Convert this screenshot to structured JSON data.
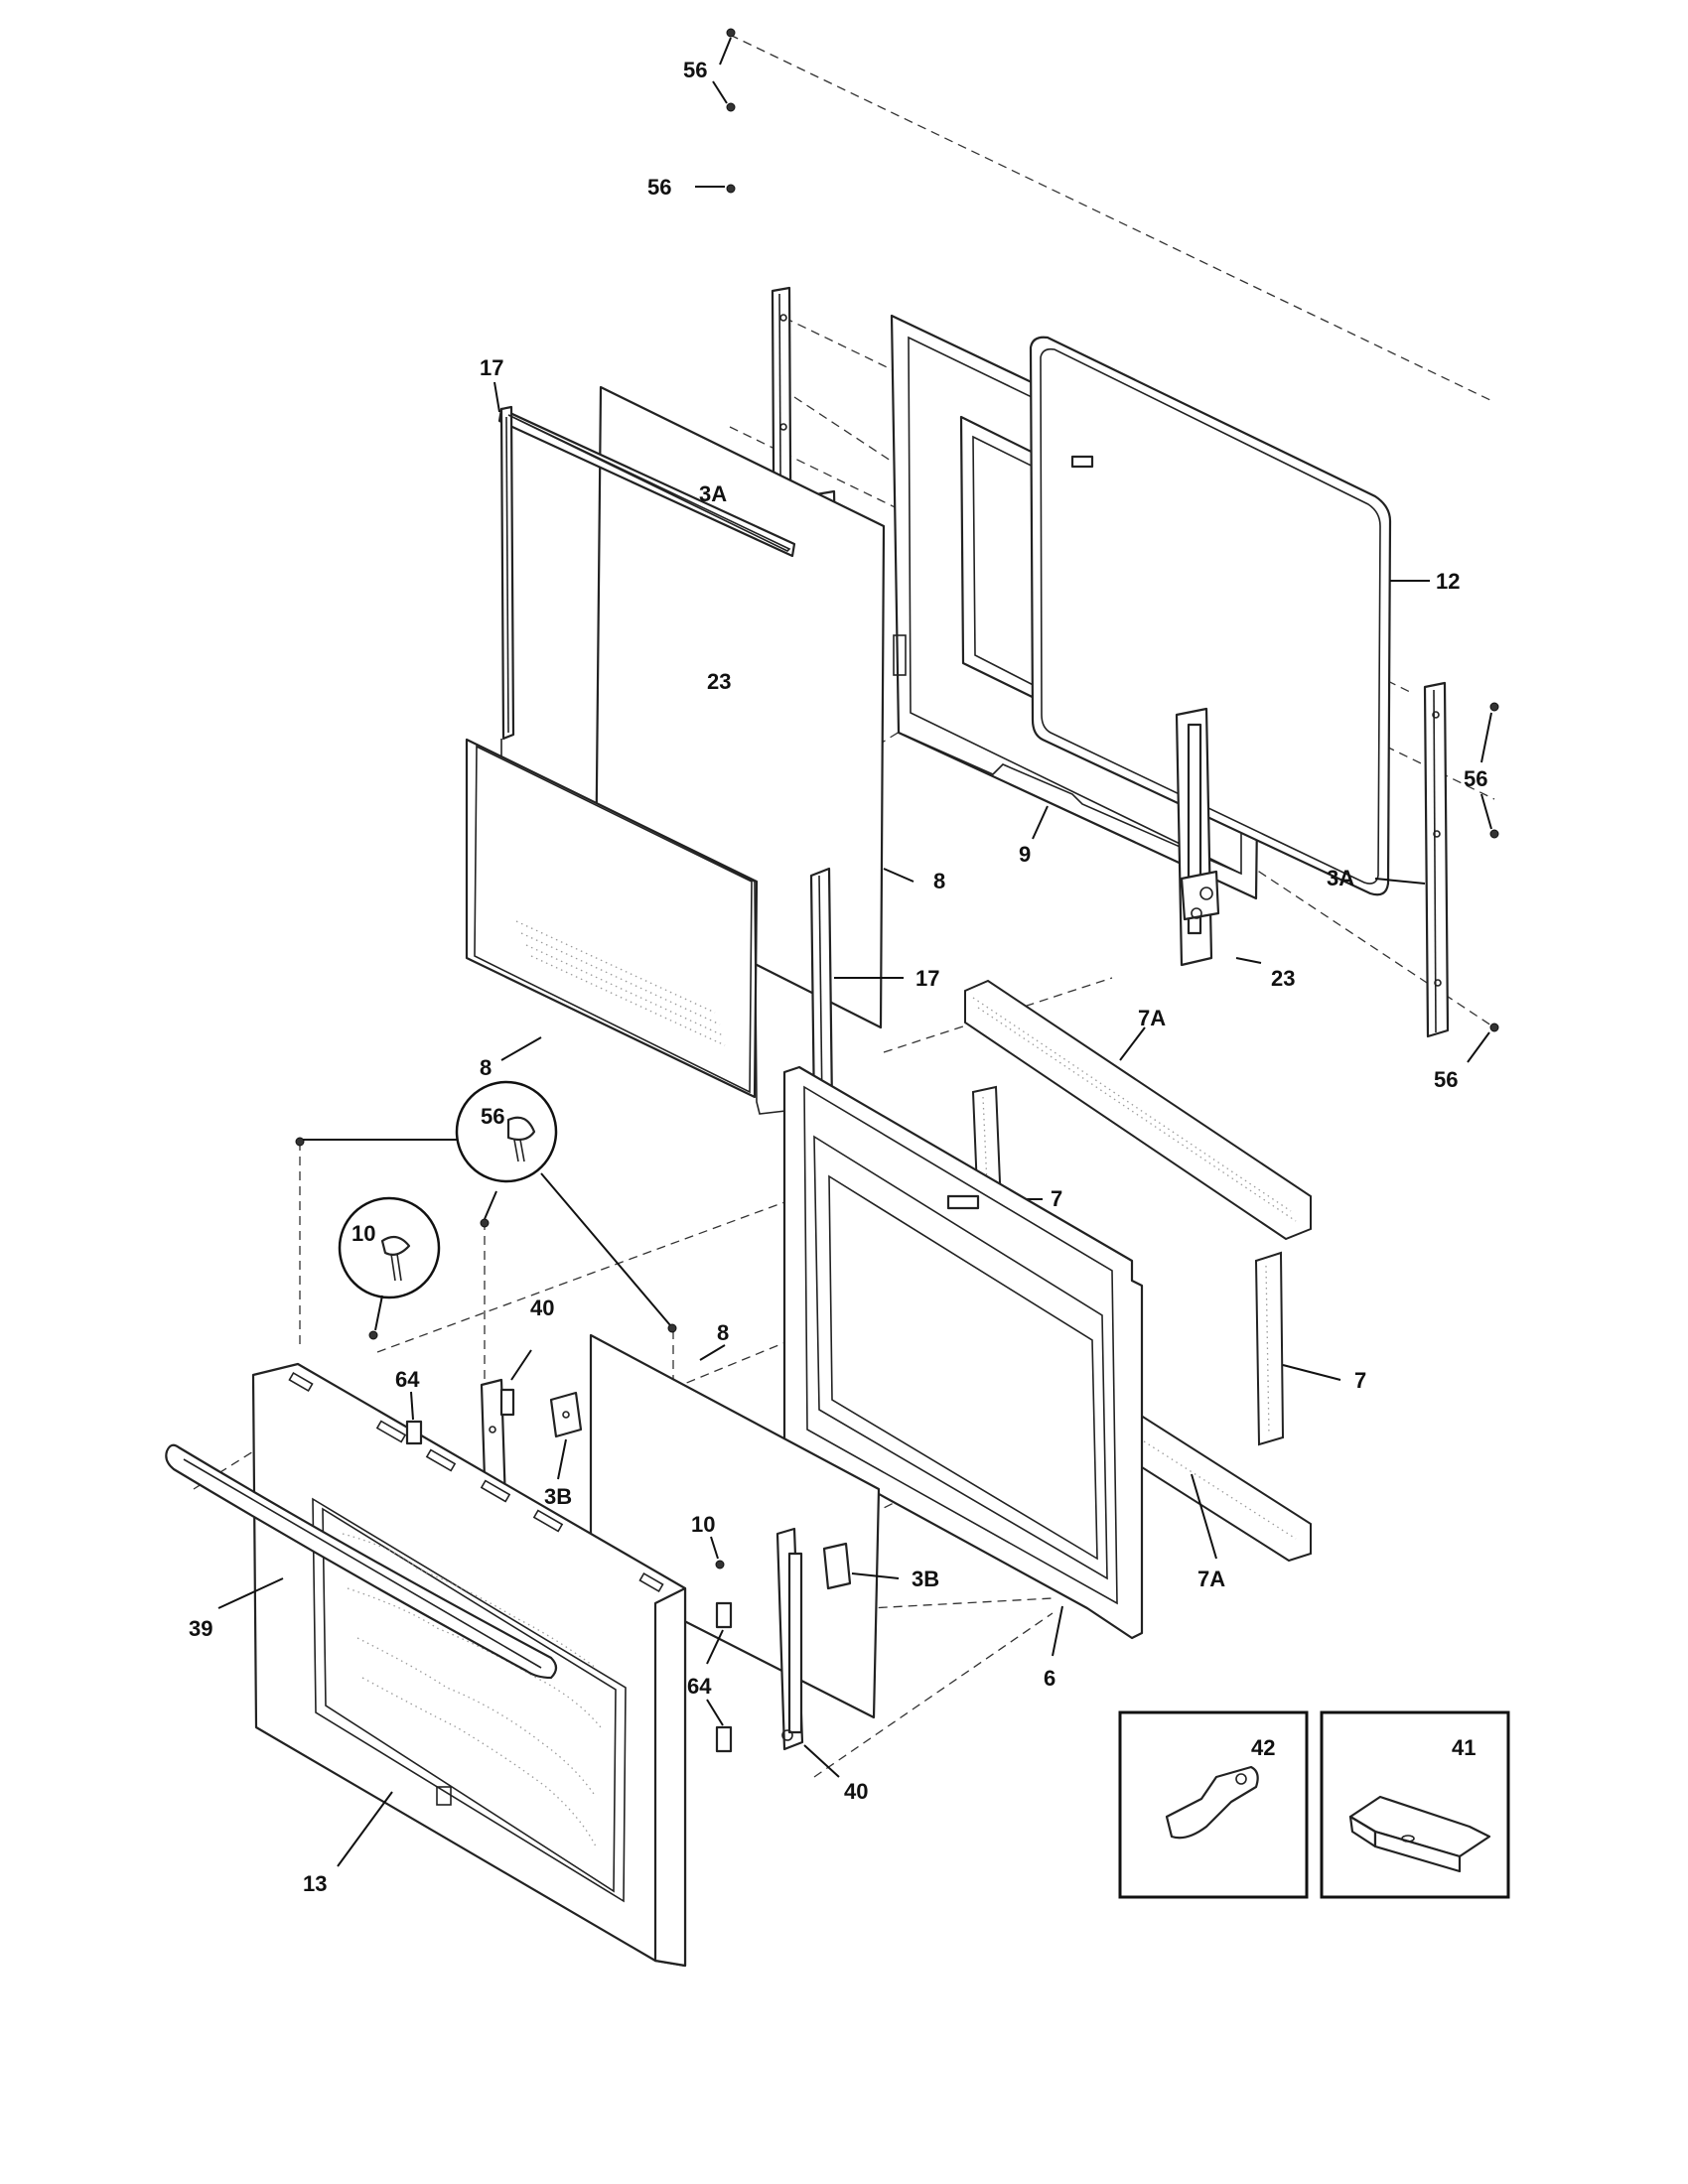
{
  "callouts": {
    "c56_top": "56",
    "c3a_left": "3A",
    "c56_mid": "56",
    "c12": "12",
    "c17_top": "17",
    "c23_left": "23",
    "c56_right": "56",
    "c9": "9",
    "c3a_right": "3A",
    "c8_right": "8",
    "c17_right": "17",
    "c23_right": "23",
    "c8_left": "8",
    "c56_lower": "56",
    "c7a_top": "7A",
    "c56_bubble": "56",
    "c7_mid": "7",
    "c10_bubble": "10",
    "c7_right": "7",
    "c40_top": "40",
    "c8_inner": "8",
    "c64_top": "64",
    "c3b_left": "3B",
    "c10_small": "10",
    "c3b_right": "3B",
    "c7a_bottom": "7A",
    "c39": "39",
    "c6": "6",
    "c64_bottom": "64",
    "c40_bottom": "40",
    "c13": "13",
    "c42": "42",
    "c41": "41"
  }
}
